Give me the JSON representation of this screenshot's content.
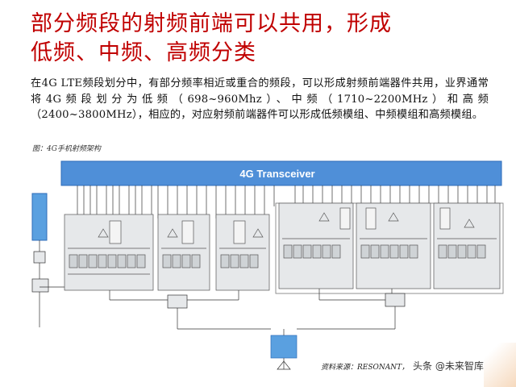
{
  "title": {
    "line1": "部分频段的射频前端可以共用，形成",
    "line2": "低频、中频、高频分类"
  },
  "paragraph": "在4G LTE频段划分中，有部分频率相近或重合的频段，可以形成射频前端器件共用，业界通常将4G频段划分为低频（698~960Mhz）、中频（1710~2200MHz）和高频（2400~3800MHz），相应的，对应射频前端器件可以形成低频模组、中频模组和高频模组。",
  "figure": {
    "caption": "图：4G手机射频架构",
    "transceiver_label": "4G Transceiver",
    "source": "资料来源：RESONANT，",
    "watermark": "头条 @未来智库"
  },
  "colors": {
    "title": "#c00000",
    "transceiver": "#4f8fd8",
    "module_fill": "#e6e8ea",
    "switch_fill": "#5aa0e0",
    "accent_corner": "#f6d9bd"
  }
}
